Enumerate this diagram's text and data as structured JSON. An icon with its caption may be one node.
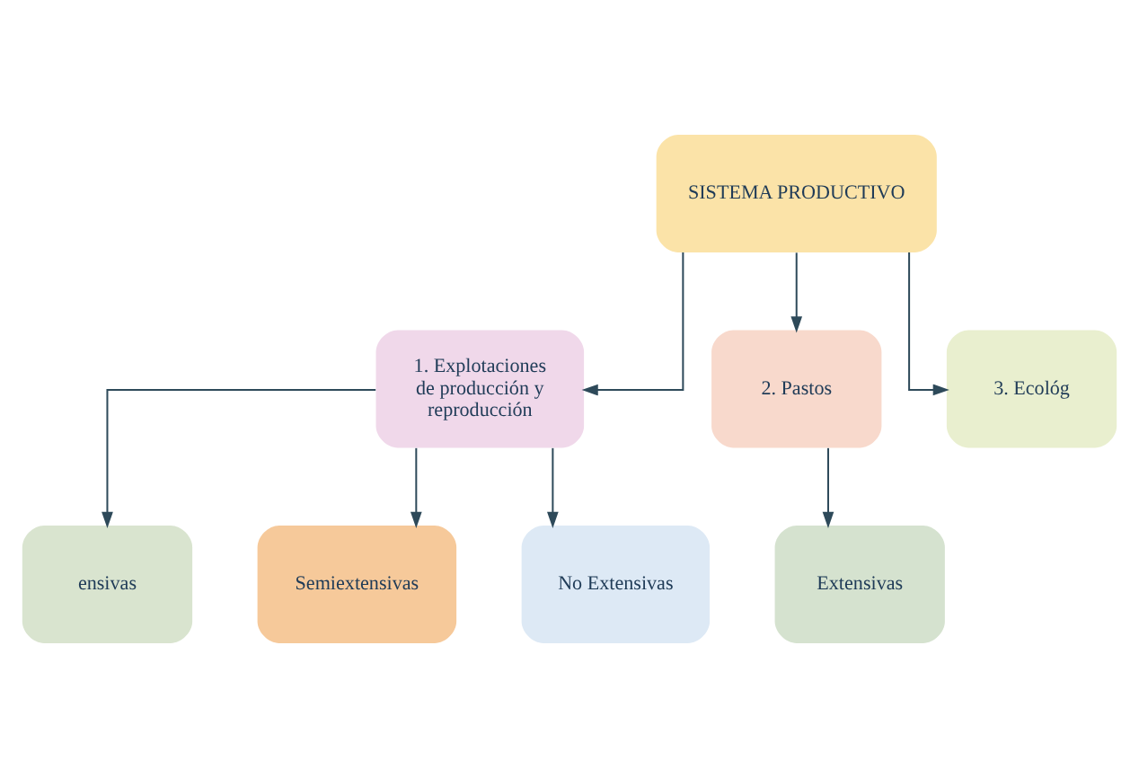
{
  "diagram": {
    "nodes": [
      {
        "text": [
          "SISTEMA PRODUCTIVO"
        ]
      },
      {
        "text": [
          "1. Explotaciones de producción y reproducción"
        ]
      },
      {
        "text": [
          "2. Pastos"
        ]
      },
      {
        "text": [
          "3. Ecológ"
        ]
      },
      {
        "text": [
          "ensivas"
        ]
      },
      {
        "text": [
          "Semiextensivas"
        ]
      },
      {
        "text": [
          "No Extensivas"
        ]
      },
      {
        "text": [
          "Extensivas"
        ]
      }
    ],
    "edges": [
      {
        "from": 0,
        "to": 1,
        "arrow": "to"
      },
      {
        "from": 0,
        "to": 2,
        "arrow": "to"
      },
      {
        "from": 0,
        "to": 3,
        "arrow": "to"
      },
      {
        "from": 1,
        "to": 4,
        "arrow": "to"
      },
      {
        "from": 1,
        "to": 5,
        "arrow": "to"
      },
      {
        "from": 1,
        "to": 6,
        "arrow": "to"
      },
      {
        "from": 2,
        "to": 7,
        "arrow": "to"
      }
    ]
  }
}
